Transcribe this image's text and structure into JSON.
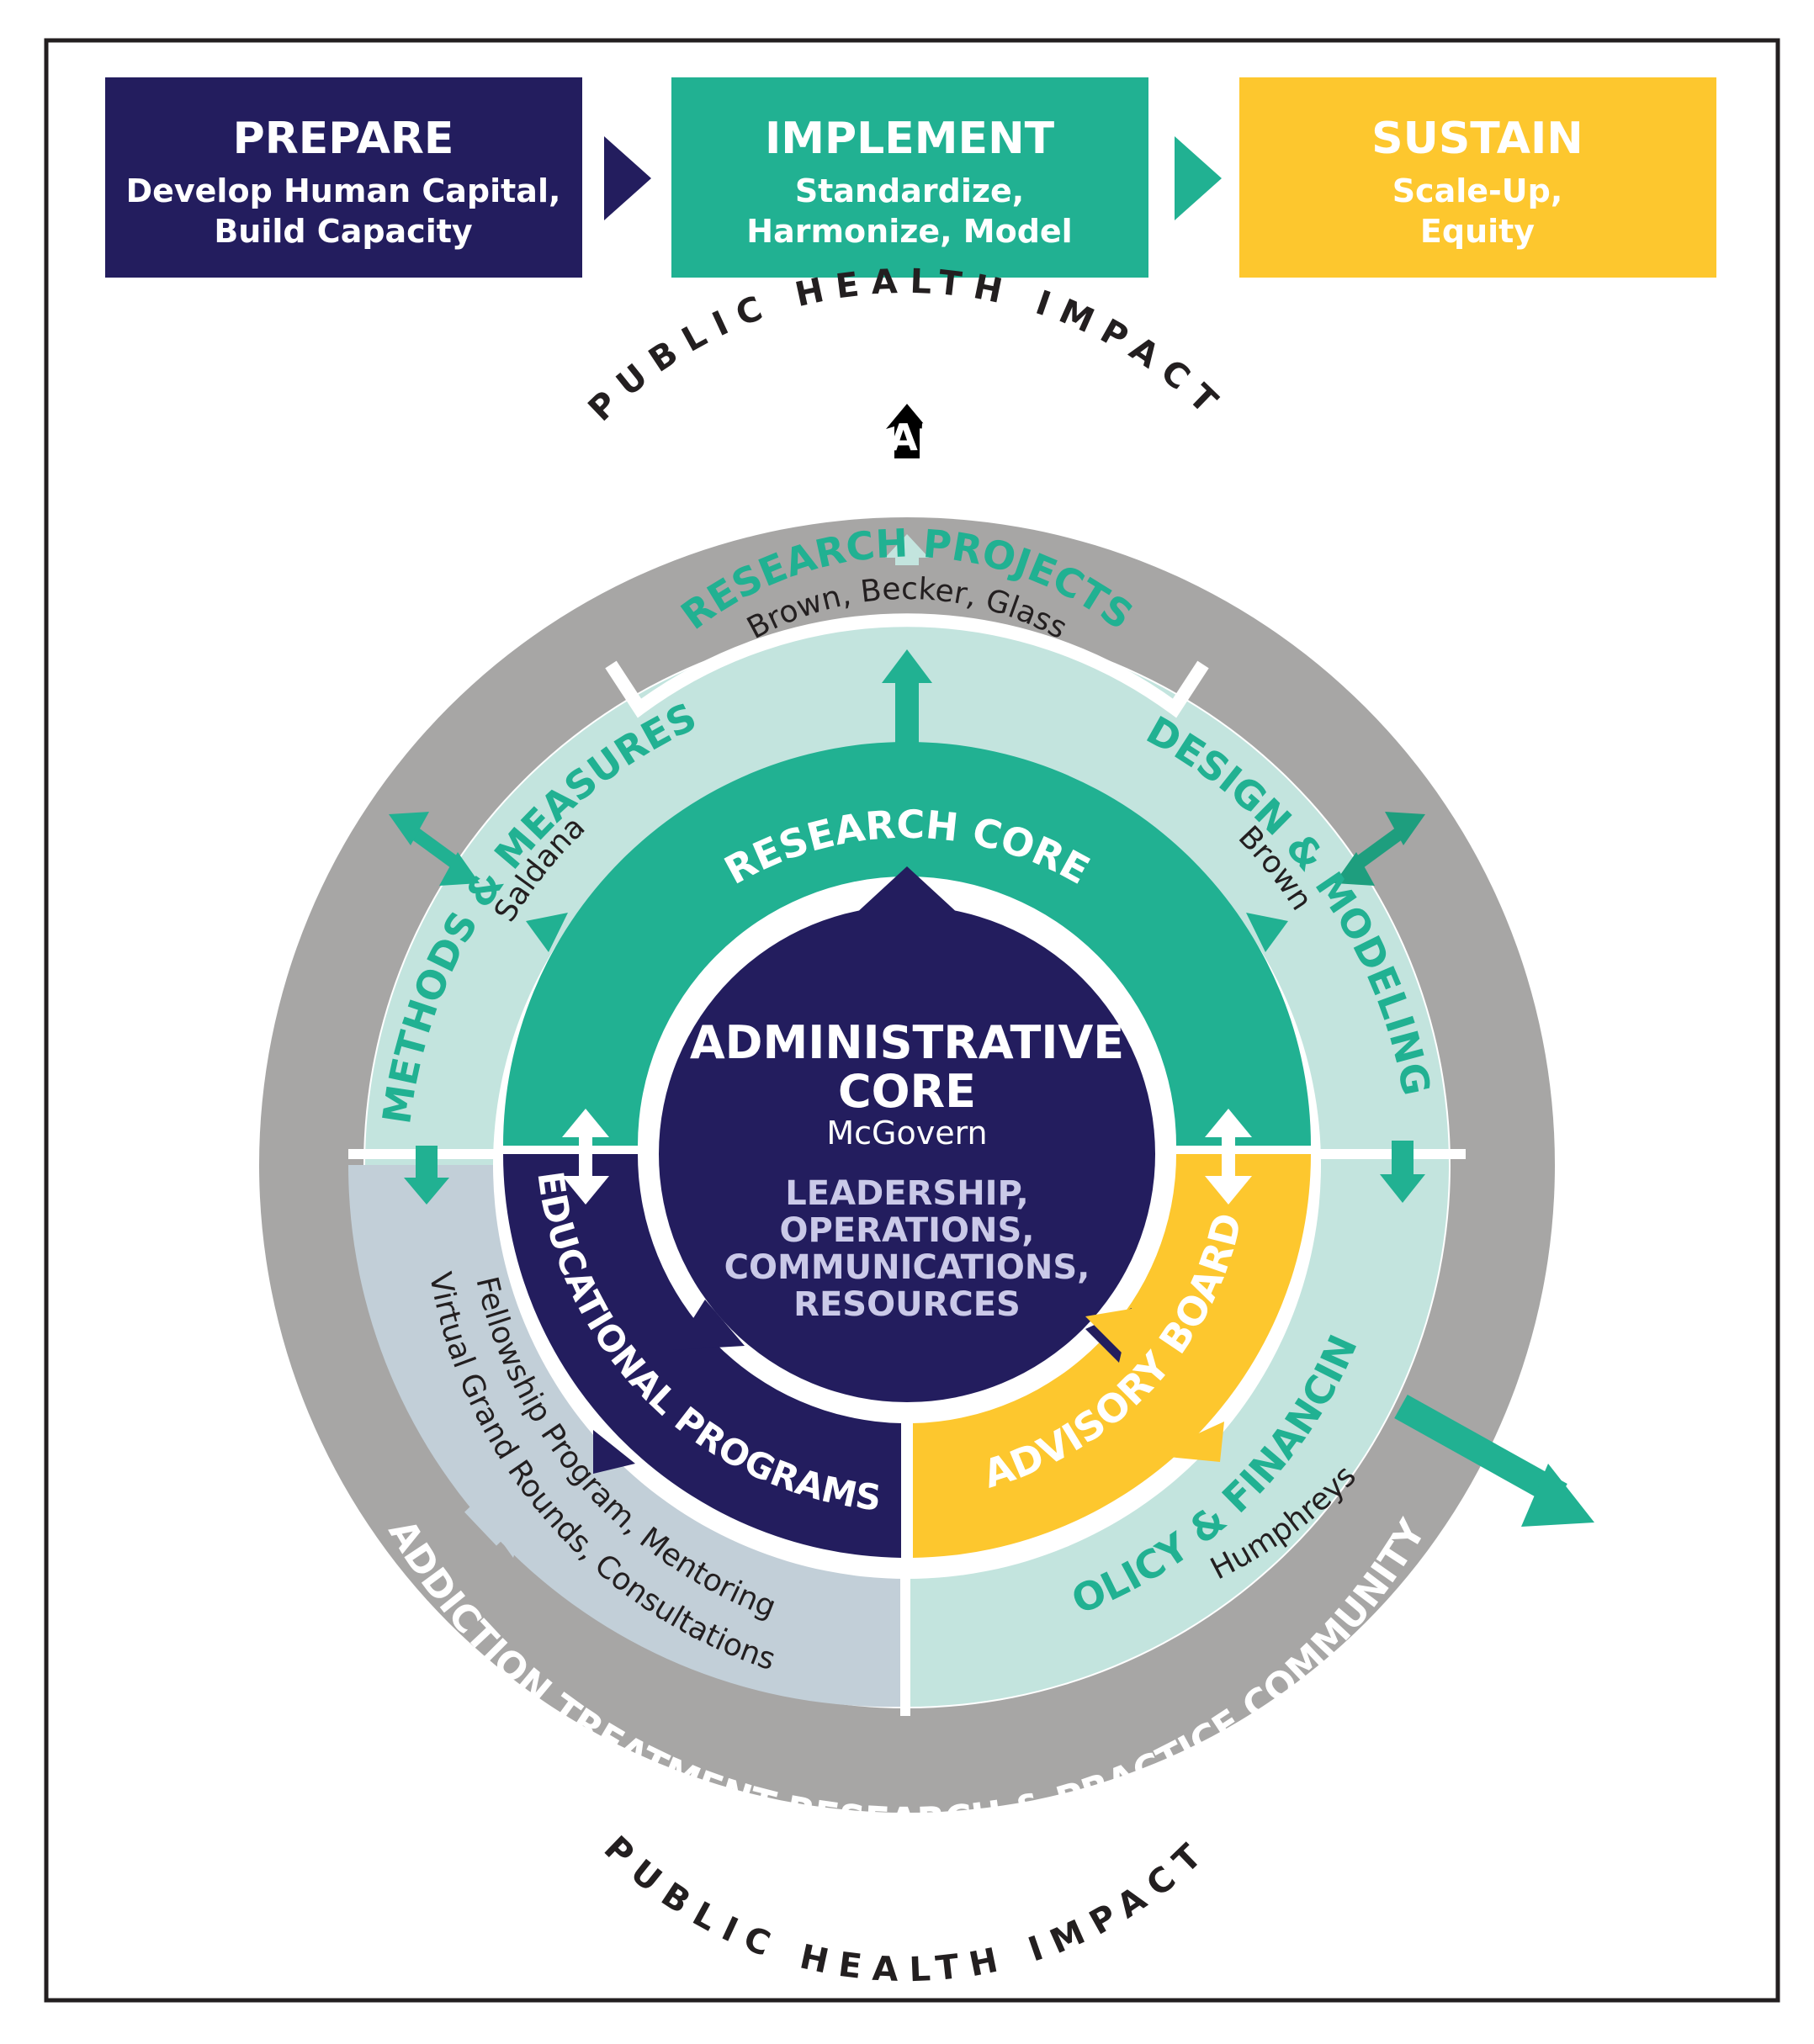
{
  "colors": {
    "navy": "#231D5E",
    "teal": "#21B192",
    "teal_light": "#C3E4DE",
    "yellow": "#FDC72E",
    "gray_ring": "#A7A6A5",
    "gray_blue": "#C2CFD8",
    "frame": "#231F20",
    "white": "#FFFFFF",
    "dark_text": "#231F20",
    "lavender_text": "#CAC9E8"
  },
  "phases": [
    {
      "title": "PREPARE",
      "line1": "Develop Human Capital,",
      "line2": "Build Capacity",
      "color": "navy"
    },
    {
      "title": "IMPLEMENT",
      "line1": "Standardize,",
      "line2": "Harmonize, Model",
      "color": "teal"
    },
    {
      "title": "SUSTAIN",
      "line1": "Scale-Up,",
      "line2": "Equity",
      "color": "yellow"
    }
  ],
  "impact": {
    "top": "PUBLIC HEALTH IMPACT",
    "bottom": "PUBLIC HEALTH IMPACT"
  },
  "community": {
    "top": "ADDICTION TREATMENT RESEARCH & PRACTICE COMMUNITY",
    "bottom": "ADDICTION TREATMENT RESEARCH & PRACTICE COMMUNITY"
  },
  "outer_segments": {
    "research_projects": {
      "title": "RESEARCH PROJECTS",
      "names": "Brown, Becker, Glass"
    },
    "methods": {
      "title": "METHODS & MEASURES",
      "names": "Saldana"
    },
    "design": {
      "title": "DESIGN & MODELING",
      "names": "Brown"
    },
    "policy": {
      "title": "POLICY & FINANCING",
      "names": "Humphreys"
    },
    "education_detail": {
      "line1": "Fellowship Program, Mentoring",
      "line2": "Virtual Grand Rounds, Consultations"
    }
  },
  "inner_segments": {
    "research_core": "RESEARCH CORE",
    "educational_programs": "EDUCATIONAL PROGRAMS",
    "advisory_board": "ADVISORY BOARD"
  },
  "admin_core": {
    "title1": "ADMINISTRATIVE",
    "title2": "CORE",
    "name": "McGovern",
    "duties": [
      "LEADERSHIP,",
      "OPERATIONS,",
      "COMMUNICATIONS,",
      "RESOURCES"
    ]
  }
}
